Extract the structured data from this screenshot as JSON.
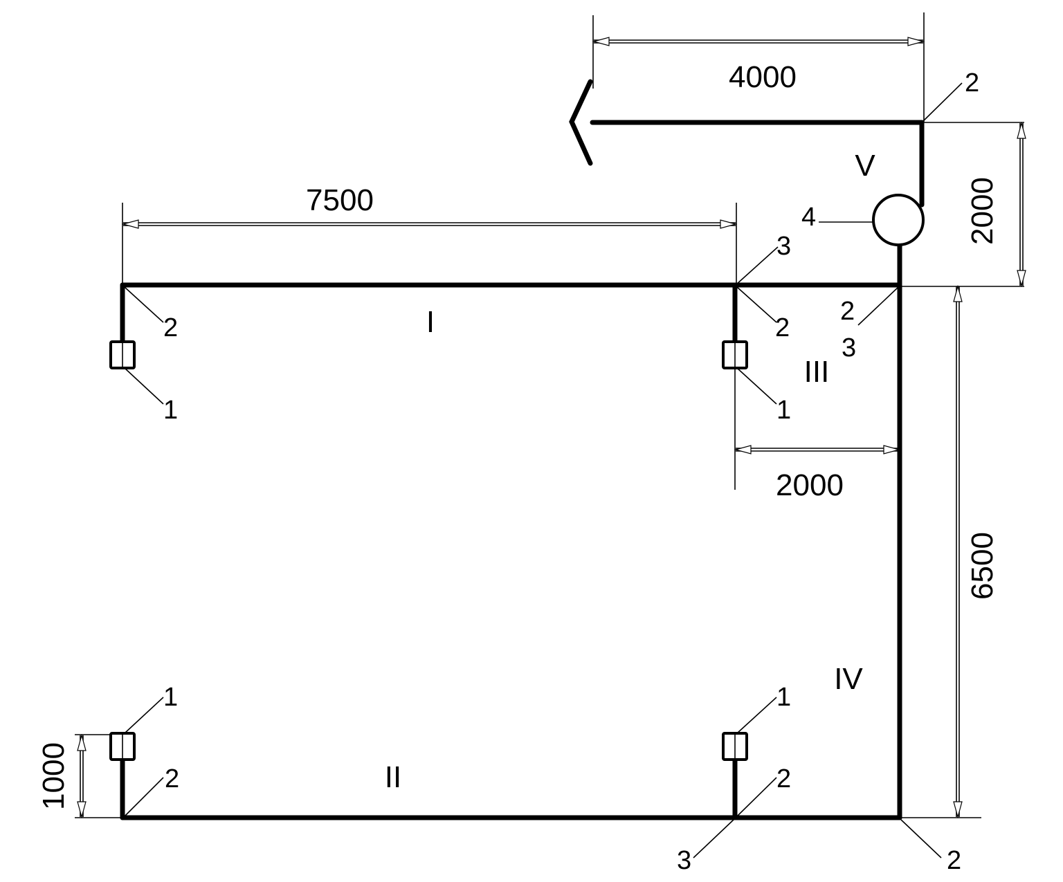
{
  "dimensions": {
    "top_width": "4000",
    "upper_run": "7500",
    "riser_height": "2000",
    "branch_offset": "2000",
    "right_height": "6500",
    "fixture_height": "1000"
  },
  "sections": {
    "s1": "I",
    "s2": "II",
    "s3": "III",
    "s4": "IV",
    "s5": "V"
  },
  "node_labels": {
    "n1": "1",
    "n2": "2",
    "n3": "3",
    "n4": "4"
  },
  "colors": {
    "line": "#000000",
    "background": "#ffffff"
  }
}
